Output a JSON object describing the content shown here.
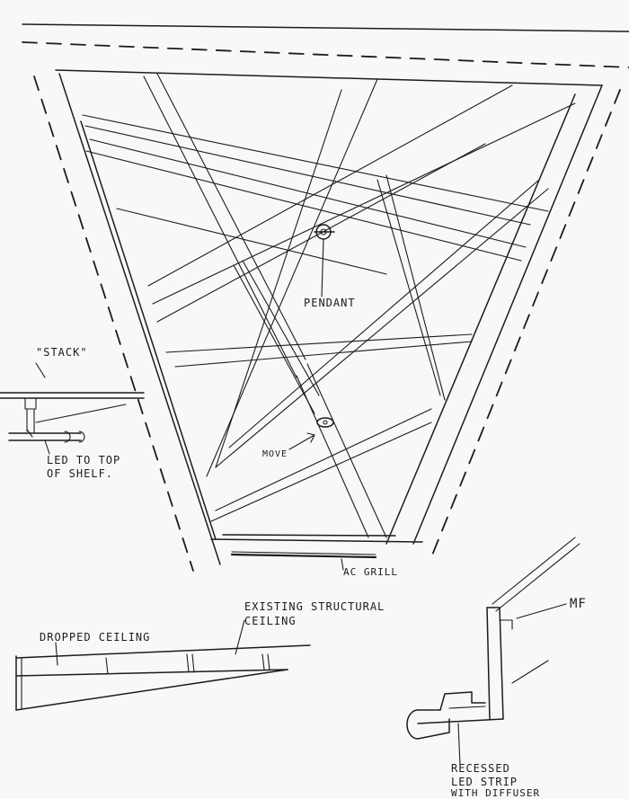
{
  "labels": {
    "stack": "\"STACK\"",
    "led_shelf_line1": "LED TO TOP",
    "led_shelf_line2": "OF SHELF.",
    "pendant": "PENDANT",
    "move": "MOVE",
    "ac_grill": "AC GRILL",
    "existing_line1": "EXISTING STRUCTURAL",
    "existing_line2": "CEILING",
    "dropped_ceiling": "DROPPED CEILING",
    "mf": "MF",
    "recessed_line1": "RECESSED",
    "recessed_line2": "LED STRIP",
    "recessed_line3": "WITH DIFFUSER"
  }
}
